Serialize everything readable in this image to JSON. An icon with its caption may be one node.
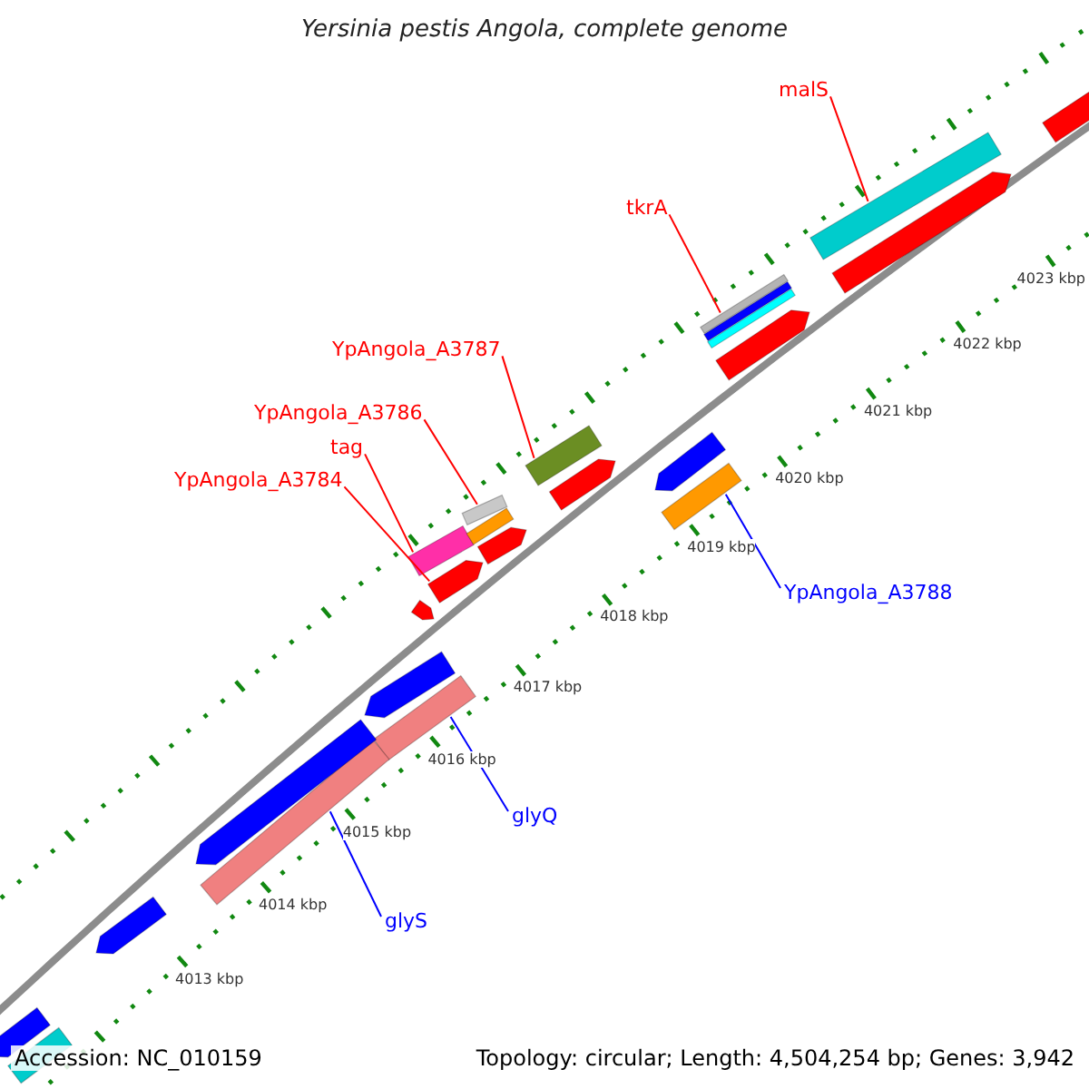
{
  "diagram": {
    "title": "Yersinia pestis Angola, complete genome",
    "nodes": [
      {
        "text": [
          "malS"
        ]
      },
      {
        "text": [],
        "shape": "bar"
      },
      {
        "text": [
          "tkrA"
        ]
      },
      {
        "text": [],
        "shape": "bar"
      },
      {
        "text": [
          "YpAngola_A3787"
        ]
      },
      {
        "text": [],
        "shape": "bar"
      },
      {
        "text": [
          "YpAngola_A3786"
        ]
      },
      {
        "text": [],
        "shape": "bar"
      },
      {
        "text": [
          "tag"
        ]
      },
      {
        "text": [],
        "shape": "bar"
      },
      {
        "text": [
          "YpAngola_A3784"
        ]
      },
      {
        "text": [],
        "shape": "arrow"
      },
      {
        "text": [
          "YpAngola_A3788"
        ]
      },
      {
        "text": [],
        "shape": "bar"
      },
      {
        "text": [
          "glyQ"
        ]
      },
      {
        "text": [],
        "shape": "bar"
      },
      {
        "text": [
          "glyS"
        ]
      },
      {
        "text": [],
        "shape": "bar"
      },
      {
        "text": [],
        "shape": "arrow"
      },
      {
        "text": [],
        "shape": "arrow"
      },
      {
        "text": [],
        "shape": "bar"
      },
      {
        "text": [],
        "shape": "bar"
      },
      {
        "text": [],
        "shape": "arrow"
      },
      {
        "text": [],
        "shape": "arrow"
      },
      {
        "text": [],
        "shape": "bar"
      },
      {
        "text": [],
        "shape": "arrow"
      },
      {
        "text": [],
        "shape": "arrow"
      },
      {
        "text": [],
        "shape": "arrow"
      },
      {
        "text": [],
        "shape": "arrow"
      },
      {
        "text": [],
        "shape": "arrow"
      },
      {
        "text": [],
        "shape": "arrow"
      },
      {
        "text": [],
        "shape": "arrow"
      },
      {
        "text": [],
        "shape": "bar"
      }
    ],
    "edges": [
      {
        "from": 0,
        "to": 1,
        "arrow": "none"
      },
      {
        "from": 2,
        "to": 3,
        "arrow": "none"
      },
      {
        "from": 4,
        "to": 5,
        "arrow": "none"
      },
      {
        "from": 6,
        "to": 7,
        "arrow": "none"
      },
      {
        "from": 8,
        "to": 9,
        "arrow": "none"
      },
      {
        "from": 10,
        "to": 11,
        "arrow": "none"
      },
      {
        "from": 12,
        "to": 13,
        "arrow": "none",
        "color": "#0000ff"
      },
      {
        "from": 14,
        "to": 15,
        "arrow": "none",
        "color": "#0000ff"
      },
      {
        "from": 16,
        "to": 17,
        "arrow": "none",
        "color": "#0000ff"
      }
    ],
    "labels": [
      "4023 kbp",
      "4022 kbp",
      "4021 kbp",
      "4020 kbp",
      "4019 kbp",
      "4018 kbp",
      "4017 kbp",
      "4016 kbp",
      "4015 kbp",
      "4014 kbp",
      "4013 kbp",
      "Accession: NC_010159",
      "Topology: circular; Length: 4,504,254 bp; Genes: 3,942"
    ]
  }
}
